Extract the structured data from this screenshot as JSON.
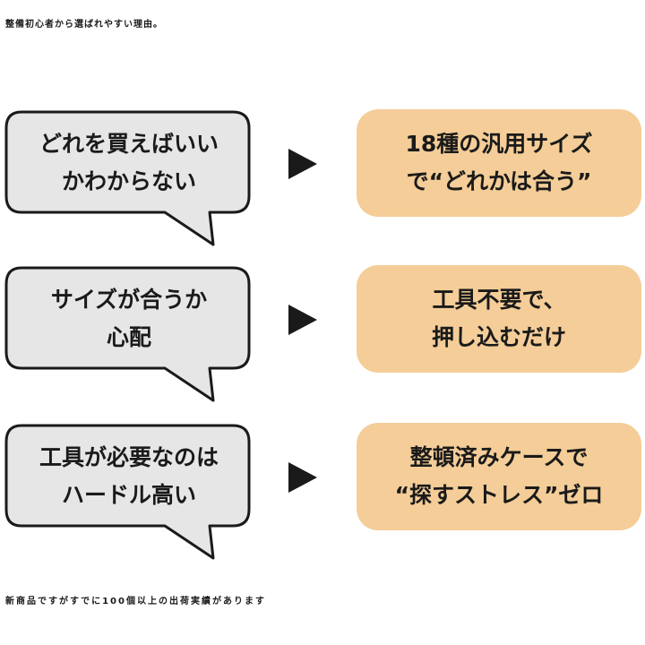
{
  "title": "整備初心者から選ばれやすい理由。",
  "rows": [
    {
      "question": [
        "どれを買えばいい",
        "かわからない"
      ],
      "answer": [
        "18種の汎用サイズ",
        "で“どれかは合う”"
      ]
    },
    {
      "question": [
        "サイズが合うか",
        "心配"
      ],
      "answer": [
        "工具不要で、",
        "押し込むだけ"
      ]
    },
    {
      "question": [
        "工具が必要なのは",
        "ハードル高い"
      ],
      "answer": [
        "整頓済みケースで",
        "“探すストレス”ゼロ"
      ]
    }
  ],
  "footer": "新商品ですがすでに100個以上の出荷実績があります",
  "colors": {
    "bubble_fill": "#e6e6e6",
    "bubble_stroke": "#1a1a1a",
    "answer_fill": "#f4cd98",
    "arrow": "#1a1a1a"
  },
  "icons": {
    "arrow": "right-triangle-icon"
  }
}
